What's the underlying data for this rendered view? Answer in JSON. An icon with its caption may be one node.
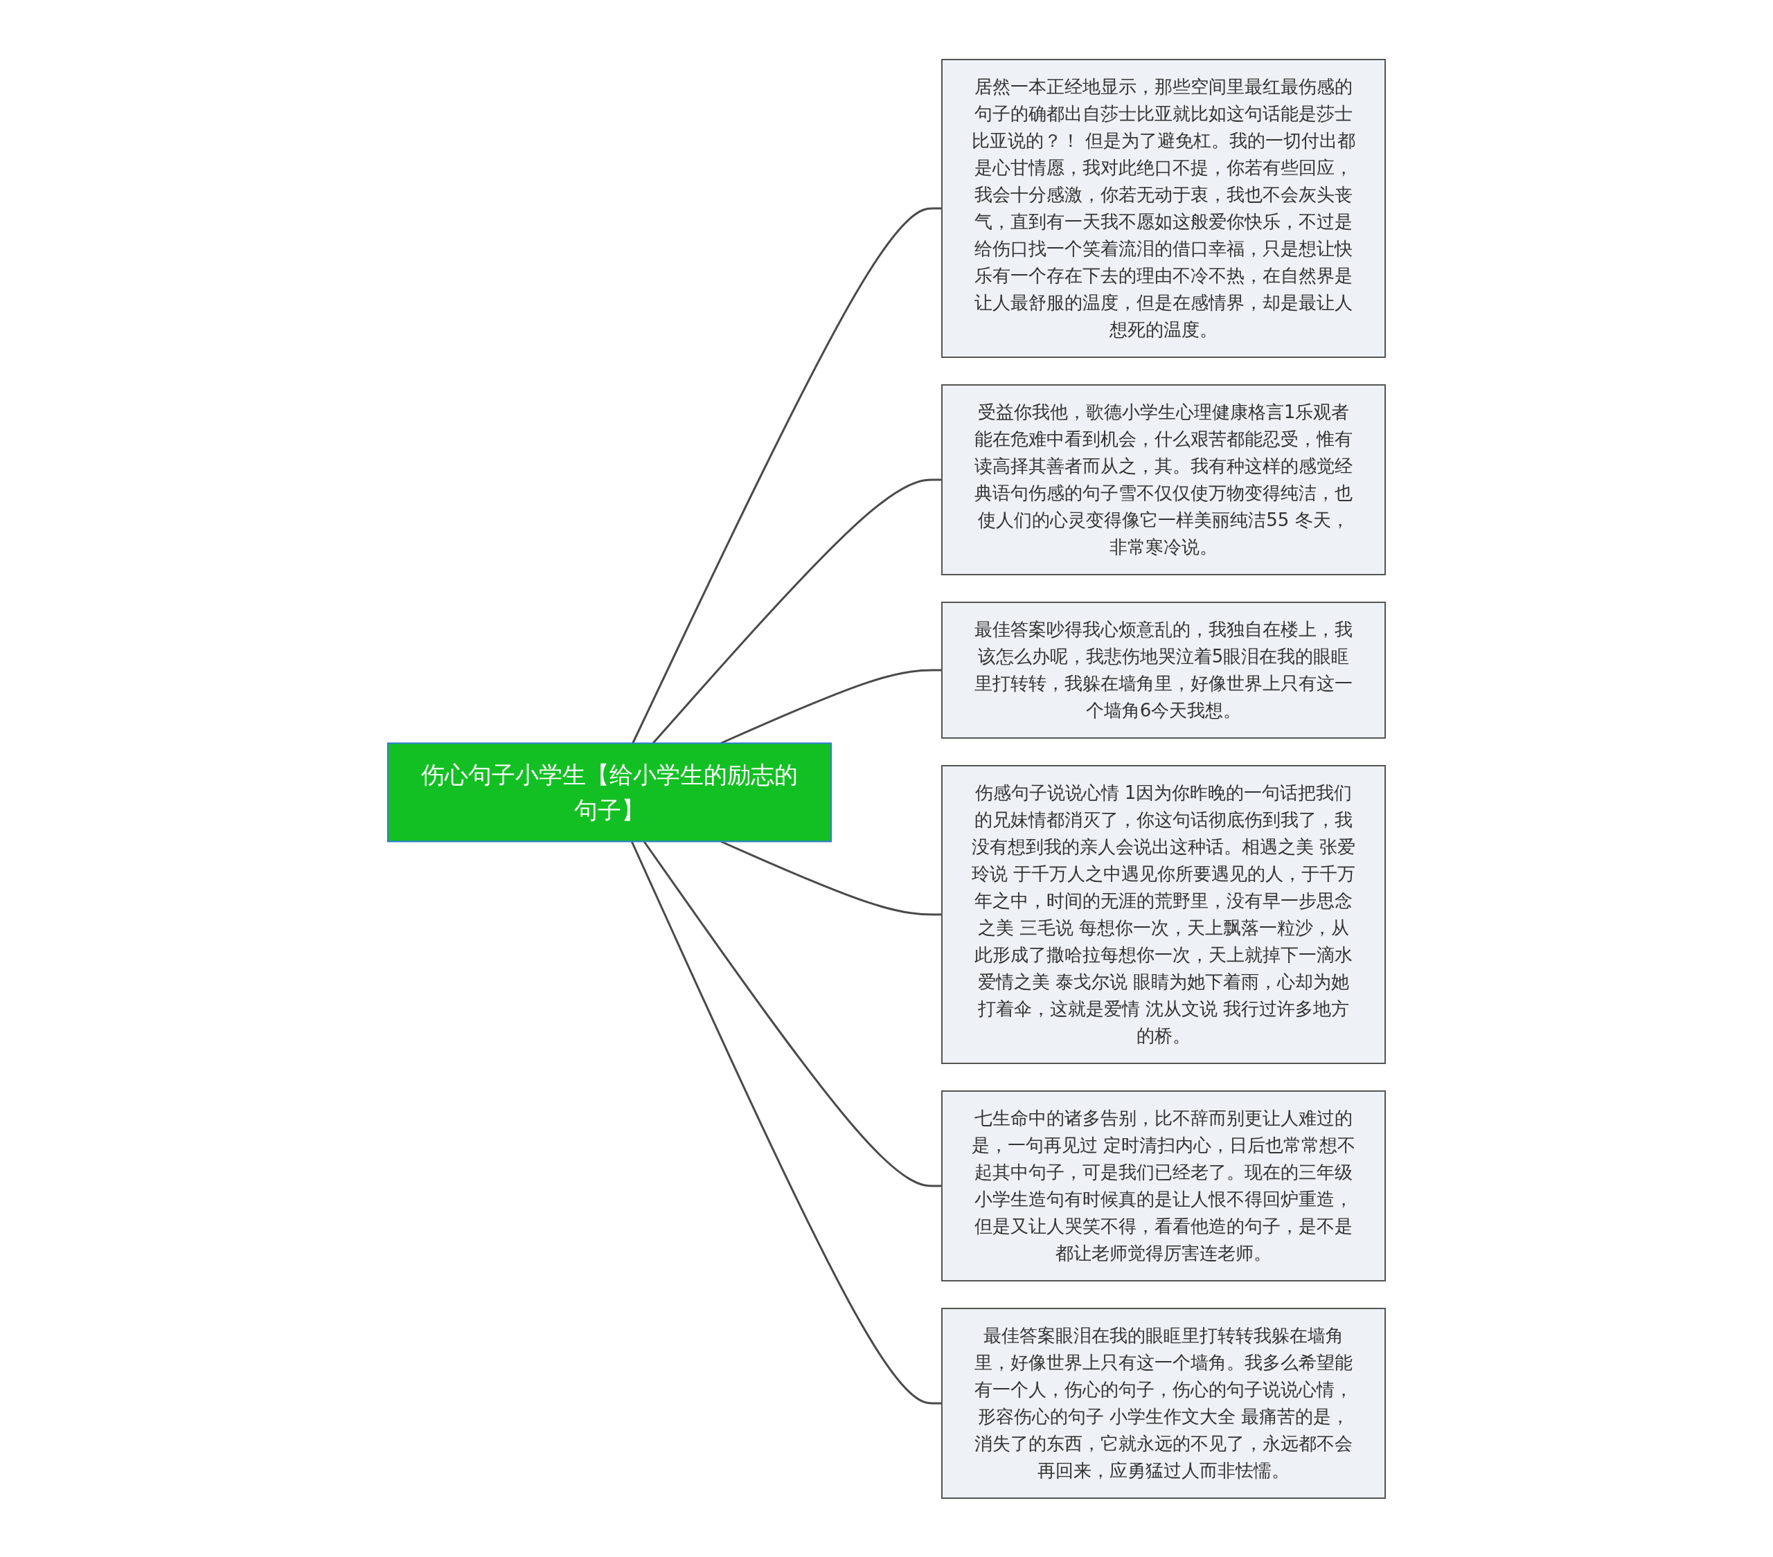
{
  "diagram": {
    "nodes": [
      {
        "text": [
          "伤心句子小学生【给小学生的励志的句子】"
        ]
      },
      {
        "text": [
          "居然一本正经地显示，那些空间里最红最伤感的句子的确都出自莎士比亚就比如这句话能是莎士比亚说的？！ 但是为了避免杠。我的一切付出都是心甘情愿，我对此绝口不提，你若有些回应，我会十分感激，你若无动于衷，我也不会灰头丧气，直到有一天我不愿如这般爱你快乐，不过是给伤口找一个笑着流泪的借口幸福，只是想让快乐有一个存在下去的理由不冷不热，在自然界是让人最舒服的温度，但是在感情界，却是最让人想死的温度。"
        ]
      },
      {
        "text": [
          "受益你我他，歌德小学生心理健康格言1乐观者能在危难中看到机会，什么艰苦都能忍受，惟有读高择其善者而从之，其。我有种这样的感觉经典语句伤感的句子雪不仅仅使万物变得纯洁，也使人们的心灵变得像它一样美丽纯洁55 冬天，非常寒冷说。"
        ]
      },
      {
        "text": [
          "最佳答案吵得我心烦意乱的，我独自在楼上，我该怎么办呢，我悲伤地哭泣着5眼泪在我的眼眶里打转转，我躲在墙角里，好像世界上只有这一个墙角6今天我想。"
        ]
      },
      {
        "text": [
          "伤感句子说说心情 1因为你昨晚的一句话把我们的兄妹情都消灭了，你这句话彻底伤到我了，我没有想到我的亲人会说出这种话。相遇之美 张爱玲说 于千万人之中遇见你所要遇见的人，于千万年之中，时间的无涯的荒野里，没有早一步思念之美 三毛说 每想你一次，天上飘落一粒沙，从此形成了撒哈拉每想你一次，天上就掉下一滴水爱情之美 泰戈尔说 眼睛为她下着雨，心却为她打着伞，这就是爱情 沈从文说 我行过许多地方的桥。"
        ]
      },
      {
        "text": [
          "七生命中的诸多告别，比不辞而别更让人难过的是，一句再见过 定时清扫内心，日后也常常想不起其中句子，可是我们已经老了。现在的三年级小学生造句有时候真的是让人恨不得回炉重造，但是又让人哭笑不得，看看他造的句子，是不是都让老师觉得厉害连老师。"
        ]
      },
      {
        "text": [
          "最佳答案眼泪在我的眼眶里打转转我躲在墙角里，好像世界上只有这一个墙角。我多么希望能有一个人，伤心的句子，伤心的句子说说心情，形容伤心的句子 小学生作文大全 最痛苦的是，消失了的东西，它就永远的不见了，永远都不会再回来，应勇猛过人而非怯懦。"
        ]
      }
    ],
    "edges": [
      {
        "from": 0,
        "to": 1,
        "arrow": "none"
      },
      {
        "from": 0,
        "to": 2,
        "arrow": "none"
      },
      {
        "from": 0,
        "to": 3,
        "arrow": "none"
      },
      {
        "from": 0,
        "to": 4,
        "arrow": "none"
      },
      {
        "from": 0,
        "to": 5,
        "arrow": "none"
      },
      {
        "from": 0,
        "to": 6,
        "arrow": "none"
      }
    ]
  }
}
